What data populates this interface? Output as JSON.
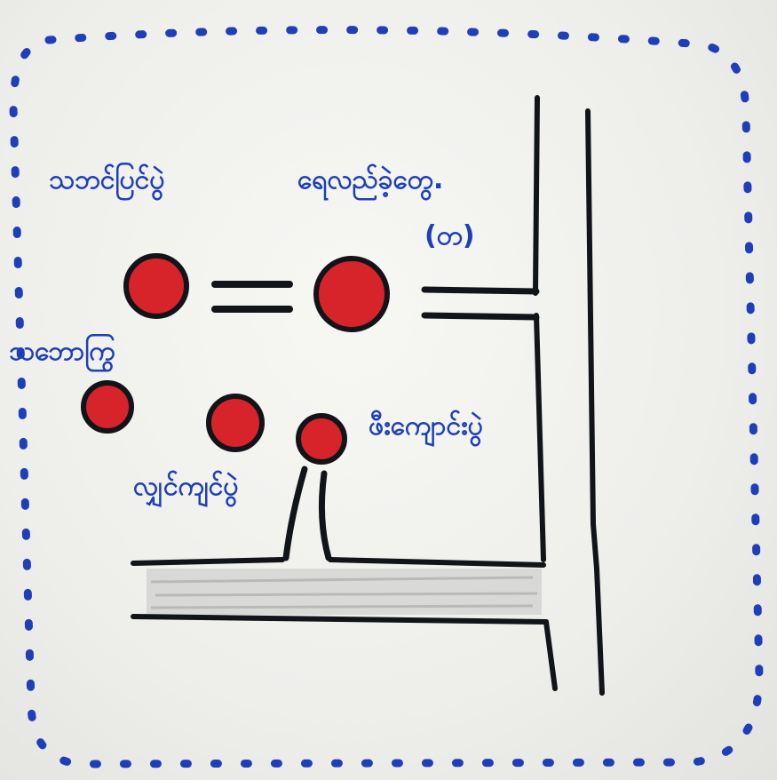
{
  "labels": {
    "top_left": "သဘင်ပြင်ပွဲ",
    "top_right": "ရေလည်ခဲ့တွေ.",
    "top_right_sub": "(တ)",
    "left_mid": "သဘောကြွ",
    "bottom_left": "လျှင်ကျင်ပွဲ",
    "bottom_right": "ဖီးကျောင်းပွဲ"
  },
  "colors": {
    "ink_blue": "#1f3fb8",
    "ink_black": "#111418",
    "dot_red": "#d7232a",
    "pencil_gray": "#b9b9b9"
  }
}
